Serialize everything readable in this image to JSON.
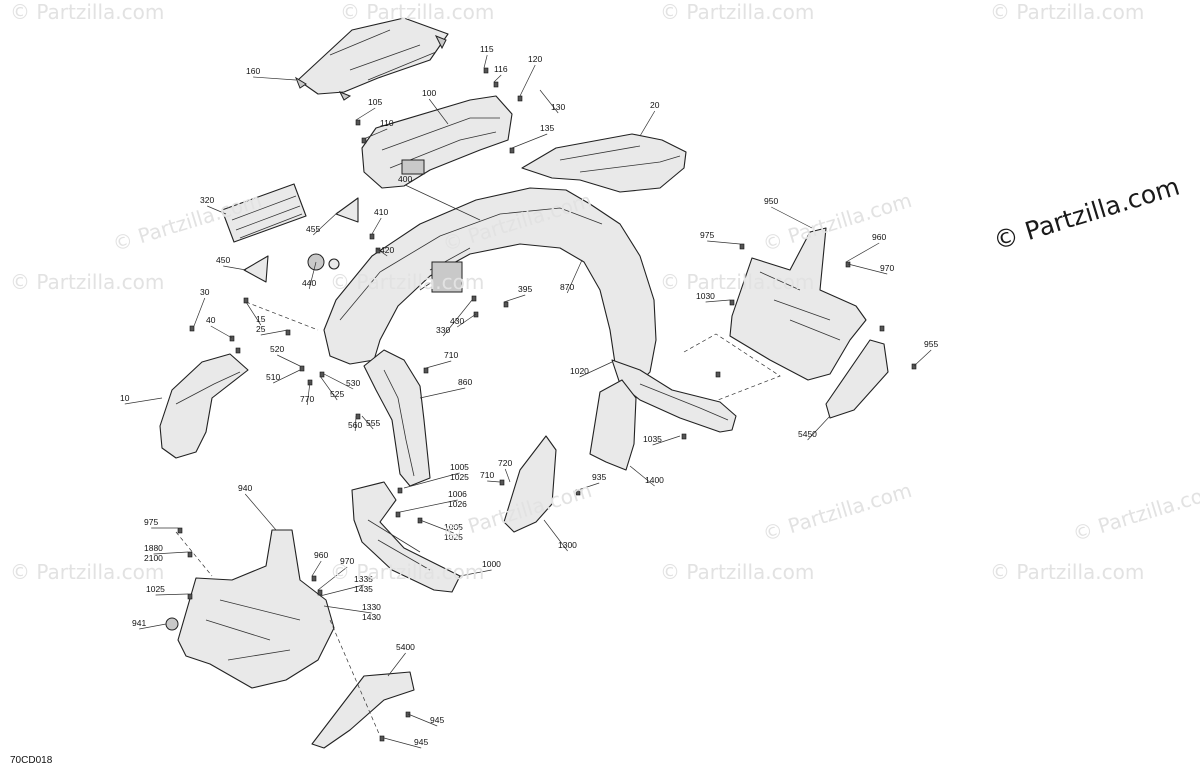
{
  "brand_watermark": "© Partzilla.com",
  "tile_watermark": "© Partzilla.com",
  "diagram_code": "70CD018",
  "callouts": [
    "160",
    "115",
    "116",
    "120",
    "130",
    "105",
    "100",
    "110",
    "135",
    "20",
    "400",
    "320",
    "455",
    "410",
    "420",
    "450",
    "440",
    "950",
    "975",
    "960",
    "970",
    "30",
    "40",
    "15",
    "25",
    "1030",
    "330",
    "430",
    "395",
    "870",
    "520",
    "510",
    "530",
    "770",
    "525",
    "710",
    "860",
    "955",
    "1020",
    "560",
    "555",
    "10",
    "1035",
    "5450",
    "1400",
    "1005\n1025",
    "710",
    "720",
    "935",
    "940",
    "1006\n1026",
    "1005\n1025",
    "1300",
    "975",
    "960",
    "970",
    "1000",
    "1880\n2100",
    "1335\n1435",
    "1025",
    "1330\n1430",
    "941",
    "5400",
    "945",
    "945"
  ]
}
